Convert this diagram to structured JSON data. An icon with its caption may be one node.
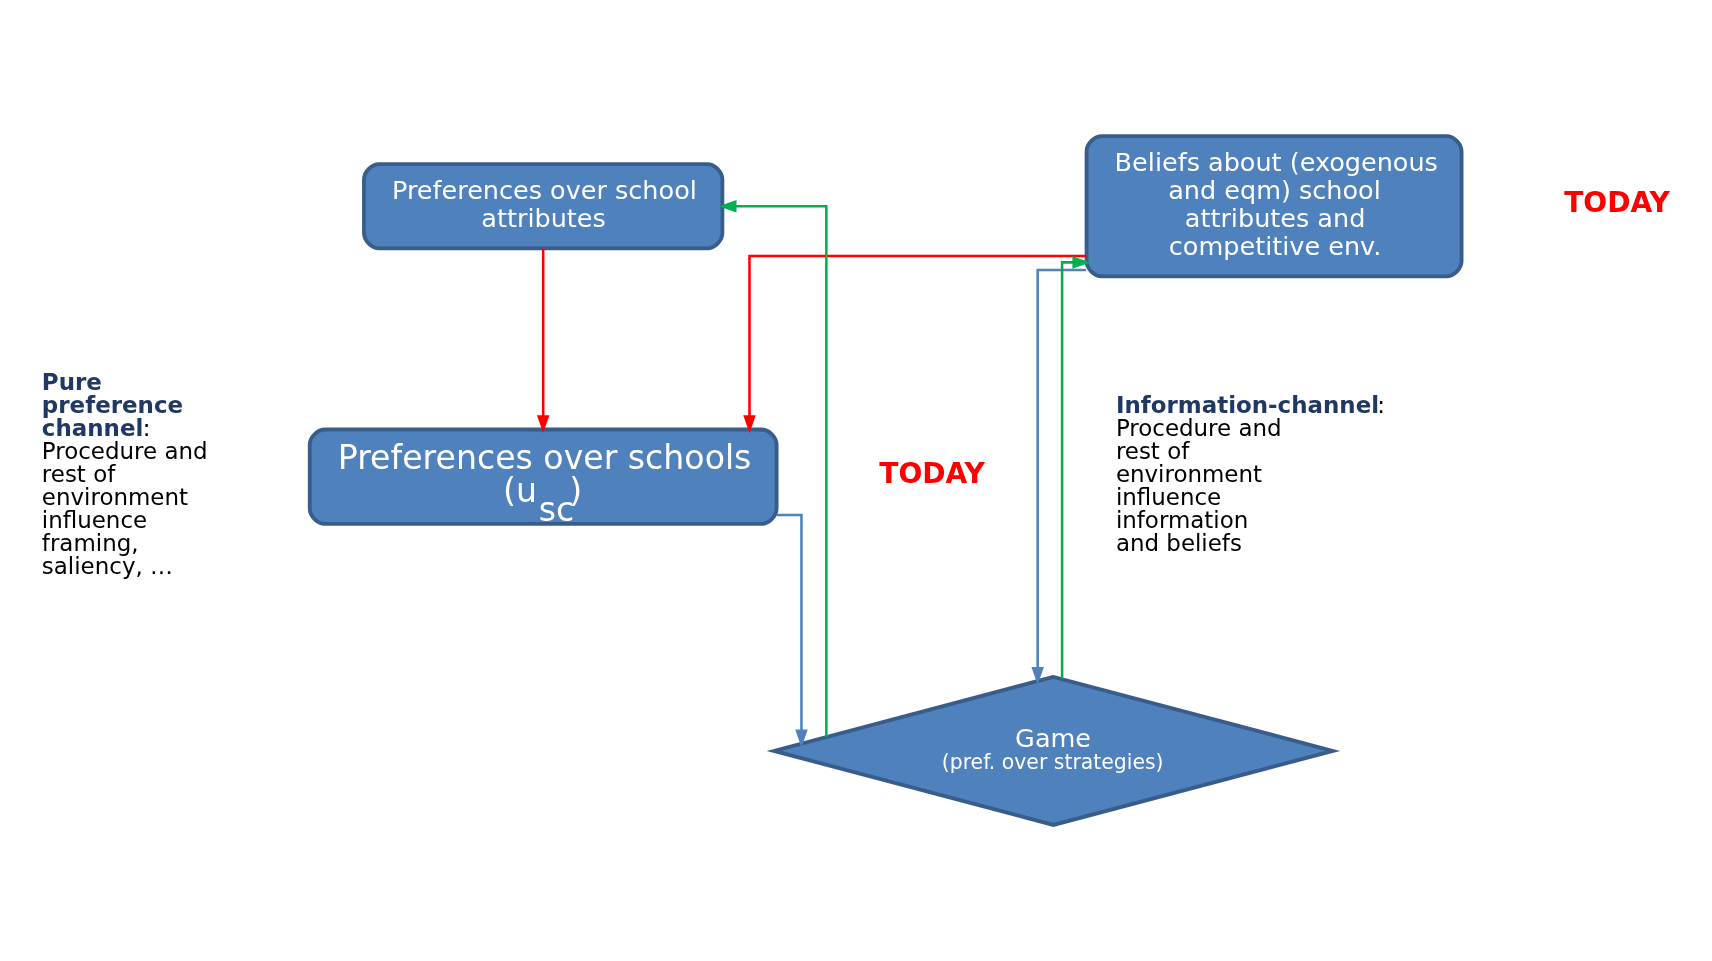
{
  "diagram": {
    "nodes": [
      {
        "text": [
          "Preferences over school attributes"
        ]
      },
      {
        "text": [
          "Beliefs about (exogenous and eqm) school attributes and competitive env."
        ]
      },
      {
        "text": [
          "Preferences over schools (u$_{sc}$)"
        ]
      },
      {
        "text": [
          "Game",
          "(pref. over strategies)"
        ]
      }
    ],
    "edges": [
      {
        "from": 0,
        "to": 2,
        "arrow": "to",
        "color": "#ff0000"
      },
      {
        "from": 1,
        "to": 2,
        "arrow": "to",
        "color": "#ff0000"
      },
      {
        "from": 2,
        "to": 3,
        "arrow": "to",
        "color": "#4f81bd"
      },
      {
        "from": 1,
        "to": 3,
        "arrow": "to",
        "color": "#4f81bd"
      },
      {
        "from": 3,
        "to": 0,
        "arrow": "to",
        "color": "#00b050"
      },
      {
        "from": 3,
        "to": 1,
        "arrow": "to",
        "color": "#00b050"
      }
    ],
    "labels": [
      "TODAY",
      "TODAY",
      "**Pure preference channel**: Procedure and rest of environment influence framing, saliency, …",
      "**Information-channel**: Procedure and rest of environment influence information and beliefs"
    ]
  }
}
